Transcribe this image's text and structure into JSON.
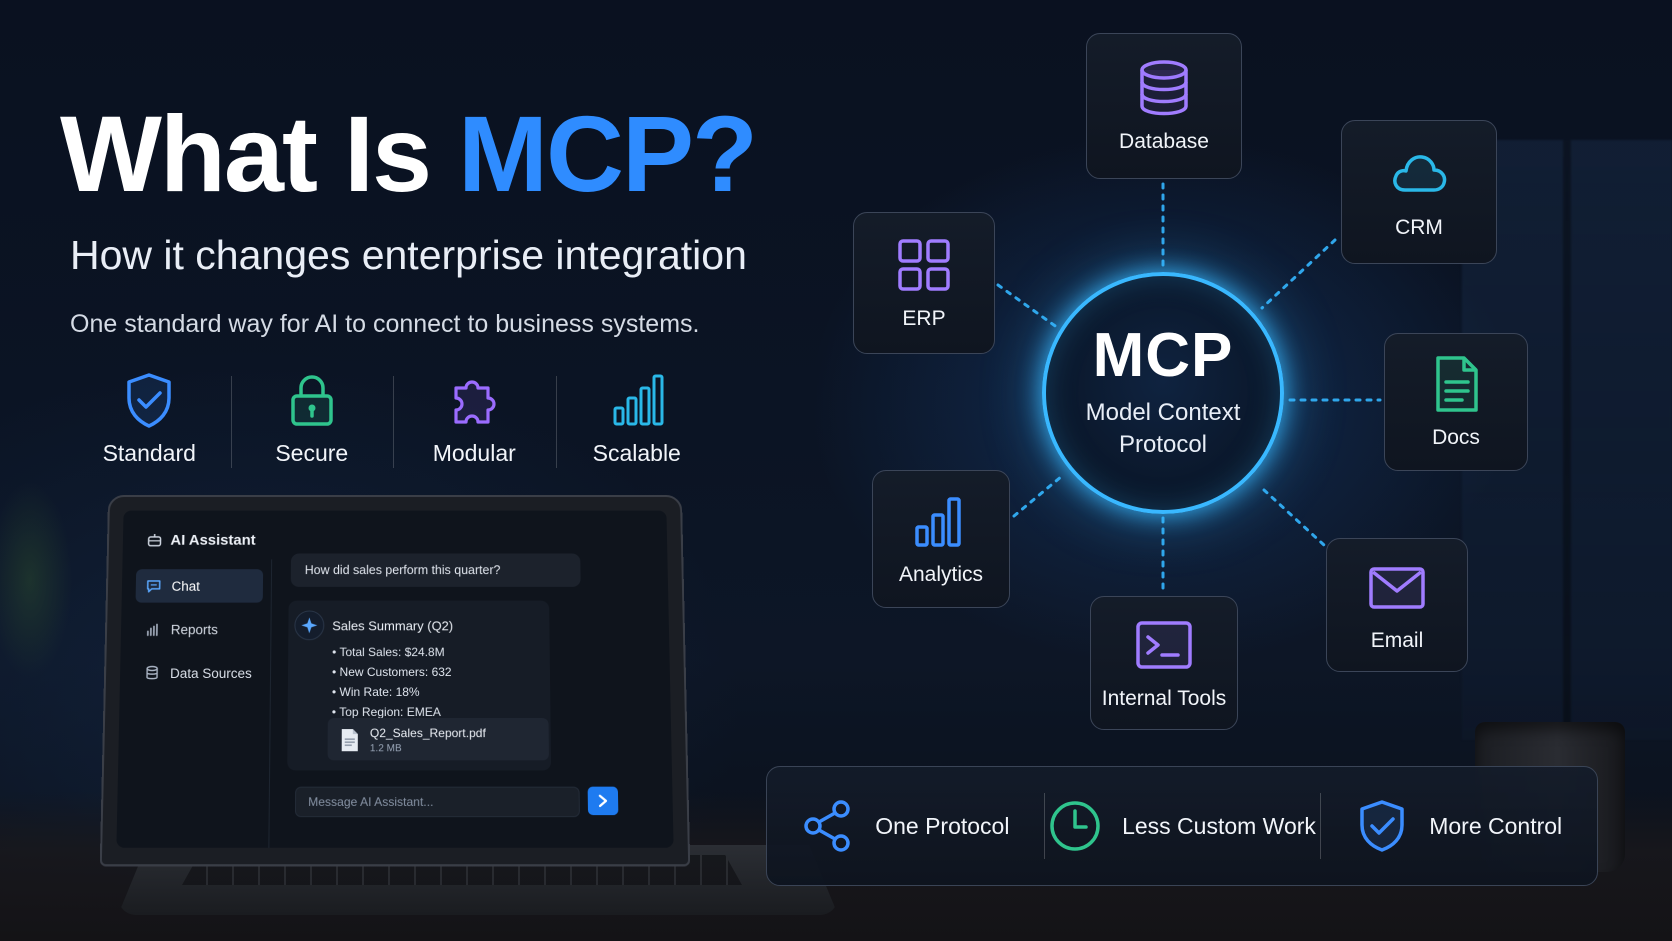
{
  "header": {
    "title_prefix": "What Is ",
    "title_accent": "MCP?",
    "subtitle": "How it changes enterprise integration",
    "tagline": "One standard way for AI to connect to business systems."
  },
  "features": [
    {
      "label": "Standard",
      "icon": "shield-check-icon",
      "color": "#3b8dff"
    },
    {
      "label": "Secure",
      "icon": "lock-icon",
      "color": "#2fc48d"
    },
    {
      "label": "Modular",
      "icon": "puzzle-icon",
      "color": "#9b6cff"
    },
    {
      "label": "Scalable",
      "icon": "bar-chart-icon",
      "color": "#2ab8e8"
    }
  ],
  "assistant": {
    "app_title": "AI Assistant",
    "nav": [
      {
        "label": "Chat",
        "icon": "chat-icon",
        "active": true
      },
      {
        "label": "Reports",
        "icon": "bar-chart-icon",
        "active": false
      },
      {
        "label": "Data Sources",
        "icon": "database-icon",
        "active": false
      }
    ],
    "user_message": "How did sales perform this quarter?",
    "reply": {
      "heading": "Sales Summary (Q2)",
      "items": [
        "Total Sales: $24.8M",
        "New Customers: 632",
        "Win Rate: 18%",
        "Top Region: EMEA"
      ],
      "attachment": {
        "name": "Q2_Sales_Report.pdf",
        "size": "1.2 MB"
      }
    },
    "composer_placeholder": "Message AI Assistant..."
  },
  "hub": {
    "title": "MCP",
    "subtitle": "Model Context Protocol"
  },
  "systems": {
    "database": {
      "label": "Database",
      "icon": "database-icon"
    },
    "crm": {
      "label": "CRM",
      "icon": "cloud-icon"
    },
    "erp": {
      "label": "ERP",
      "icon": "grid-icon"
    },
    "docs": {
      "label": "Docs",
      "icon": "document-icon"
    },
    "analytics": {
      "label": "Analytics",
      "icon": "bar-chart-icon"
    },
    "email": {
      "label": "Email",
      "icon": "mail-icon"
    },
    "internal_tools": {
      "label": "Internal Tools",
      "icon": "terminal-icon"
    }
  },
  "benefits": [
    {
      "label": "One Protocol",
      "icon": "share-icon",
      "color": "#3b8dff"
    },
    {
      "label": "Less Custom Work",
      "icon": "clock-icon",
      "color": "#2fc48d"
    },
    {
      "label": "More Control",
      "icon": "shield-check-icon",
      "color": "#3b8dff"
    }
  ],
  "colors": {
    "accent": "#2f8cff",
    "glow": "#39b8ff",
    "background": "#0b1424"
  }
}
